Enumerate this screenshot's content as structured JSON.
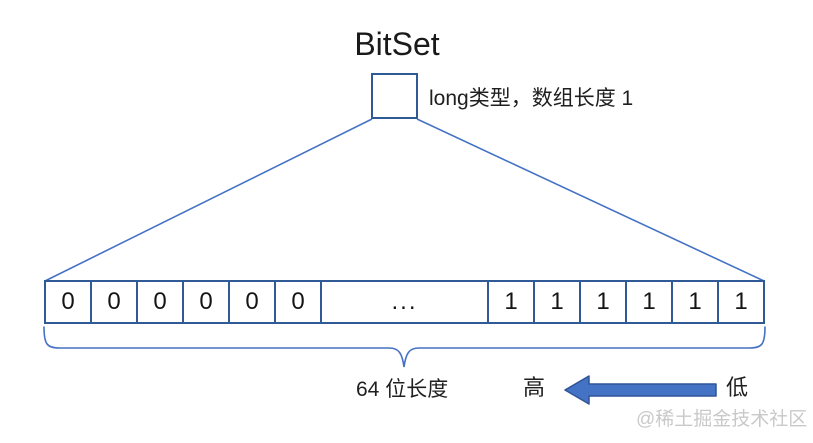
{
  "title": "BitSet",
  "array_box": {
    "label": "long类型，数组长度 1"
  },
  "bit_row": {
    "cells": [
      "0",
      "0",
      "0",
      "0",
      "0",
      "0",
      "...",
      "1",
      "1",
      "1",
      "1",
      "1",
      "1"
    ]
  },
  "brace_label": "64 位长度",
  "endianness": {
    "high_label": "高",
    "low_label": "低"
  },
  "watermark": "@稀土掘金技术社区",
  "colors": {
    "box_border": "#2f5a96",
    "line": "#4472c4",
    "arrow_fill": "#4472c4",
    "arrow_stroke": "#2f5597",
    "watermark": "#c9c9c9"
  }
}
